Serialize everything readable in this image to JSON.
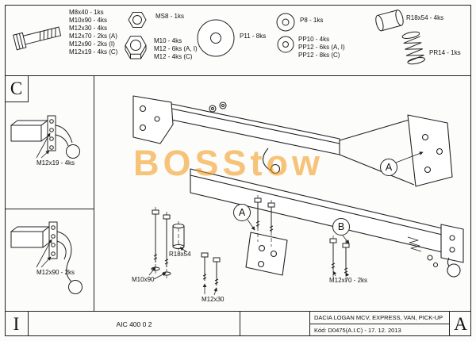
{
  "watermark": {
    "text": "BOSStow",
    "color": "#f29b1d"
  },
  "icons": {
    "bolt": "hex-bolt",
    "nut": "hex-nut",
    "washer": "flat-washer",
    "spacer": "cylinder-spacer",
    "spring": "coil-spring"
  },
  "legend": {
    "bolts": {
      "lines": [
        "M8x40 - 1ks",
        "M10x90 - 4ks",
        "M12x30 - 4ks",
        "M12x70 - 2ks (A)",
        "M12x90 - 2ks (I)",
        "M12x19 - 4ks (C)"
      ]
    },
    "nut_small": "MS8 - 1ks",
    "nuts": {
      "lines": [
        "M10 - 4ks",
        "M12 - 6ks (A, I)",
        "M12 - 4ks (C)"
      ]
    },
    "washer_large": "P11 - 8ks",
    "washer_small": "P8 - 1ks",
    "spring_washers": {
      "lines": [
        "PP10 - 4ks",
        "PP12 - 6ks (A, I)",
        "PP12 - 8ks (C)"
      ]
    },
    "spacer": "R18x54 - 4ks",
    "spring": "PR14 - 1ks"
  },
  "details": {
    "c": {
      "letter": "C",
      "label": "M12x19 - 4ks"
    },
    "i": {
      "letter": "I",
      "label": "M12x90 - 2ks"
    }
  },
  "assembly": {
    "callout_a": "A",
    "callout_b": "B",
    "label_spacer": "R18x54",
    "label_bolt_m10x90": "M10x90",
    "label_bolt_m12x30": "M12x30",
    "label_bolt_m12x70": "M12x70 - 2ks"
  },
  "title_block": {
    "doc_no": "AIC 400 0 2",
    "vehicle": "DACIA LOGAN MCV, EXPRESS, VAN, PICK-UP",
    "code": "Kód: D0475(A.I.C) - 17. 12. 2013",
    "revision": "A"
  }
}
